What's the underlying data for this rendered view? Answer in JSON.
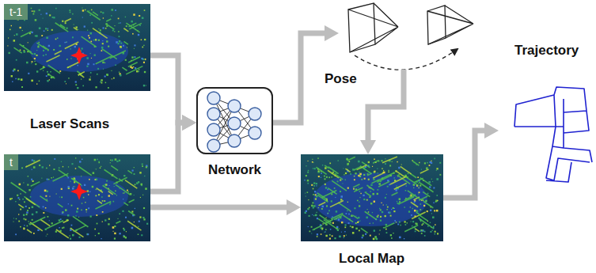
{
  "diagram": {
    "nodes": [
      {
        "text": [
          "t-1"
        ]
      },
      {
        "text": [
          "t"
        ]
      },
      {
        "text": [
          "Network"
        ]
      },
      {
        "text": [
          "Pose"
        ]
      },
      {
        "text": [
          "Local Map"
        ]
      },
      {
        "text": [
          "Trajectory"
        ]
      }
    ],
    "edges": [
      {
        "from": 0,
        "to": 2,
        "arrow": "to"
      },
      {
        "from": 1,
        "to": 2,
        "arrow": "to"
      },
      {
        "from": 2,
        "to": 3,
        "arrow": "to"
      },
      {
        "from": 3,
        "to": 4,
        "arrow": "to"
      },
      {
        "from": 1,
        "to": 4,
        "arrow": "to"
      },
      {
        "from": 4,
        "to": 5,
        "arrow": "to"
      }
    ],
    "labels": [
      "Laser Scans"
    ]
  }
}
